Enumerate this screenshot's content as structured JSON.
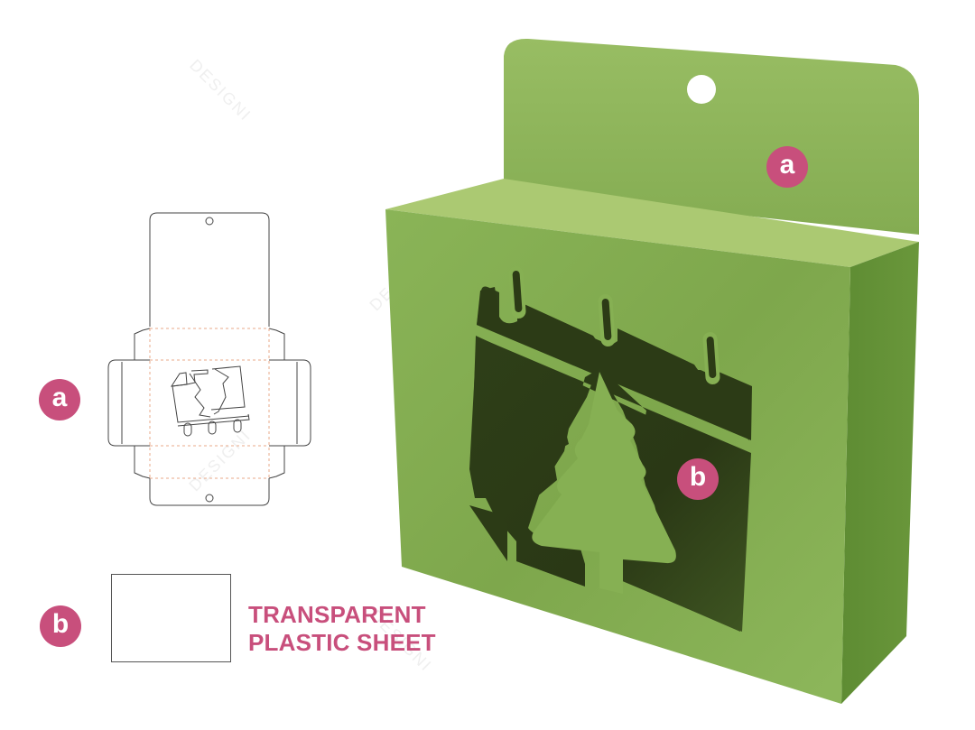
{
  "colors": {
    "badge": "#c84f7c",
    "label_text": "#c84f7c",
    "box_front": "#8ab05a",
    "box_top": "#a9c873",
    "box_side": "#5f8e34",
    "hanger": "#92b860",
    "window_dark": "#2b3a17",
    "dieline_cut": "#444444",
    "dieline_fold": "#e8a98a"
  },
  "dieline": {
    "badge_letter": "a",
    "description": "flat die-cut template with hang tab holes and calendar/tree window"
  },
  "plastic_sheet": {
    "badge_letter": "b",
    "label_line1": "TRANSPARENT",
    "label_line2": "PLASTIC SHEET"
  },
  "box_3d": {
    "badge_a": "a",
    "badge_b": "b",
    "window_icon": "calendar-christmas-tree"
  },
  "watermark": {
    "text": "DESIGNI"
  }
}
